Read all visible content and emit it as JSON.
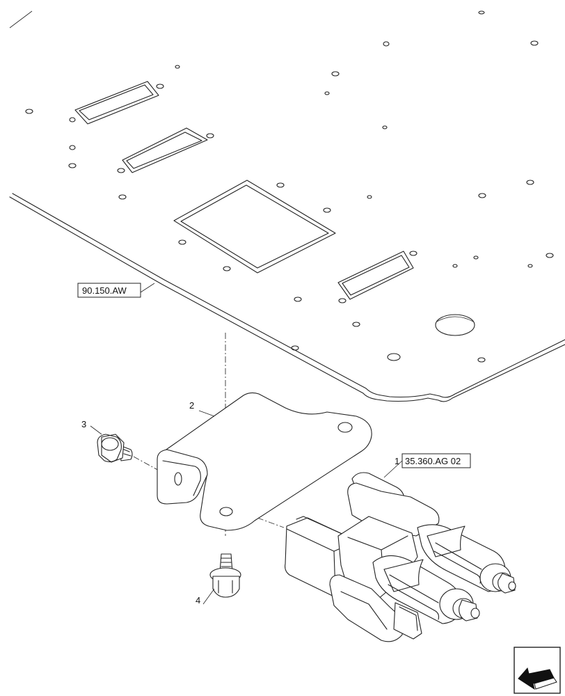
{
  "callouts": {
    "item1": "1",
    "item2": "2",
    "item3": "3",
    "item4": "4"
  },
  "references": {
    "plate_ref": "90.150.AW",
    "valve_ref": "35.360.AG 02"
  },
  "icons": {
    "nav": "arrow-down-left-icon"
  }
}
